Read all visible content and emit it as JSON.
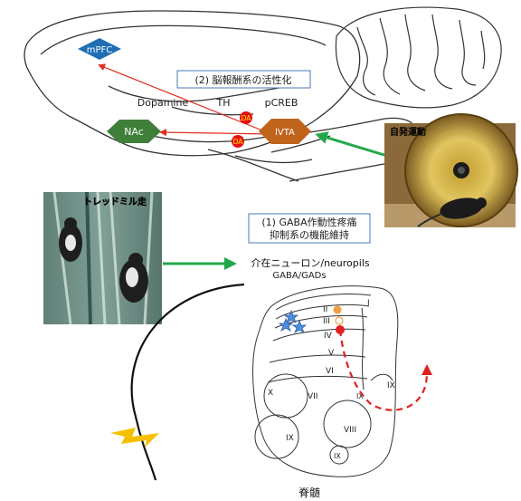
{
  "brain_regions": {
    "mpfc": "mPFC",
    "nac": "NAc",
    "vta": "lVTA"
  },
  "reward_box": "(2) 脳報酬系の活性化",
  "markers": {
    "dopamine": "Dopamine",
    "th": "TH",
    "pcreb": "pCREB",
    "da": "DA"
  },
  "photos": {
    "wheel_label": "自発運動",
    "treadmill_label": "トレッドミル走"
  },
  "gaba_box": {
    "line1": "(1) GABA作動性疼痛",
    "line2": "抑制系の機能維持"
  },
  "interneuron": {
    "line1": "介在ニューロン/neuropils",
    "line2": "GABA/GADs"
  },
  "laminae": [
    "I",
    "II",
    "III",
    "IV",
    "V",
    "VI",
    "VII",
    "VIII",
    "IX",
    "X",
    "IX",
    "IX",
    "IX"
  ],
  "spinal_cord_label": "脊髄",
  "colors": {
    "mpfc": "#1f6fb4",
    "nac": "#3f7f3a",
    "vta": "#c0631c",
    "reward_arrow": "#e03020",
    "exercise_arrow": "#22a84a",
    "pain_path": "#e02020",
    "star": "#4f8fe0",
    "lightning": "#f5c000",
    "neuron_orange": "#f0a040"
  }
}
